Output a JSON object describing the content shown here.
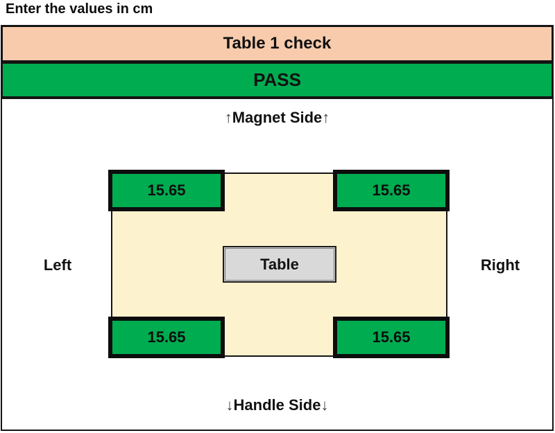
{
  "page": {
    "instruction": "Enter the values in cm"
  },
  "header": {
    "title": "Table 1 check",
    "status": "PASS"
  },
  "diagram": {
    "up_arrow": "↑",
    "down_arrow": "↓",
    "magnet_side": "Magnet Side",
    "handle_side": "Handle Side",
    "left_label": "Left",
    "right_label": "Right",
    "table_label": "Table",
    "measurements": {
      "top_left": "15.65",
      "top_right": "15.65",
      "bottom_left": "15.65",
      "bottom_right": "15.65"
    }
  },
  "colors": {
    "pass_green": "#00AC50",
    "header_peach": "#F8CBAD",
    "surface_cream": "#FDF2CE",
    "table_gray": "#D9D9D9",
    "border_black": "#141414"
  }
}
